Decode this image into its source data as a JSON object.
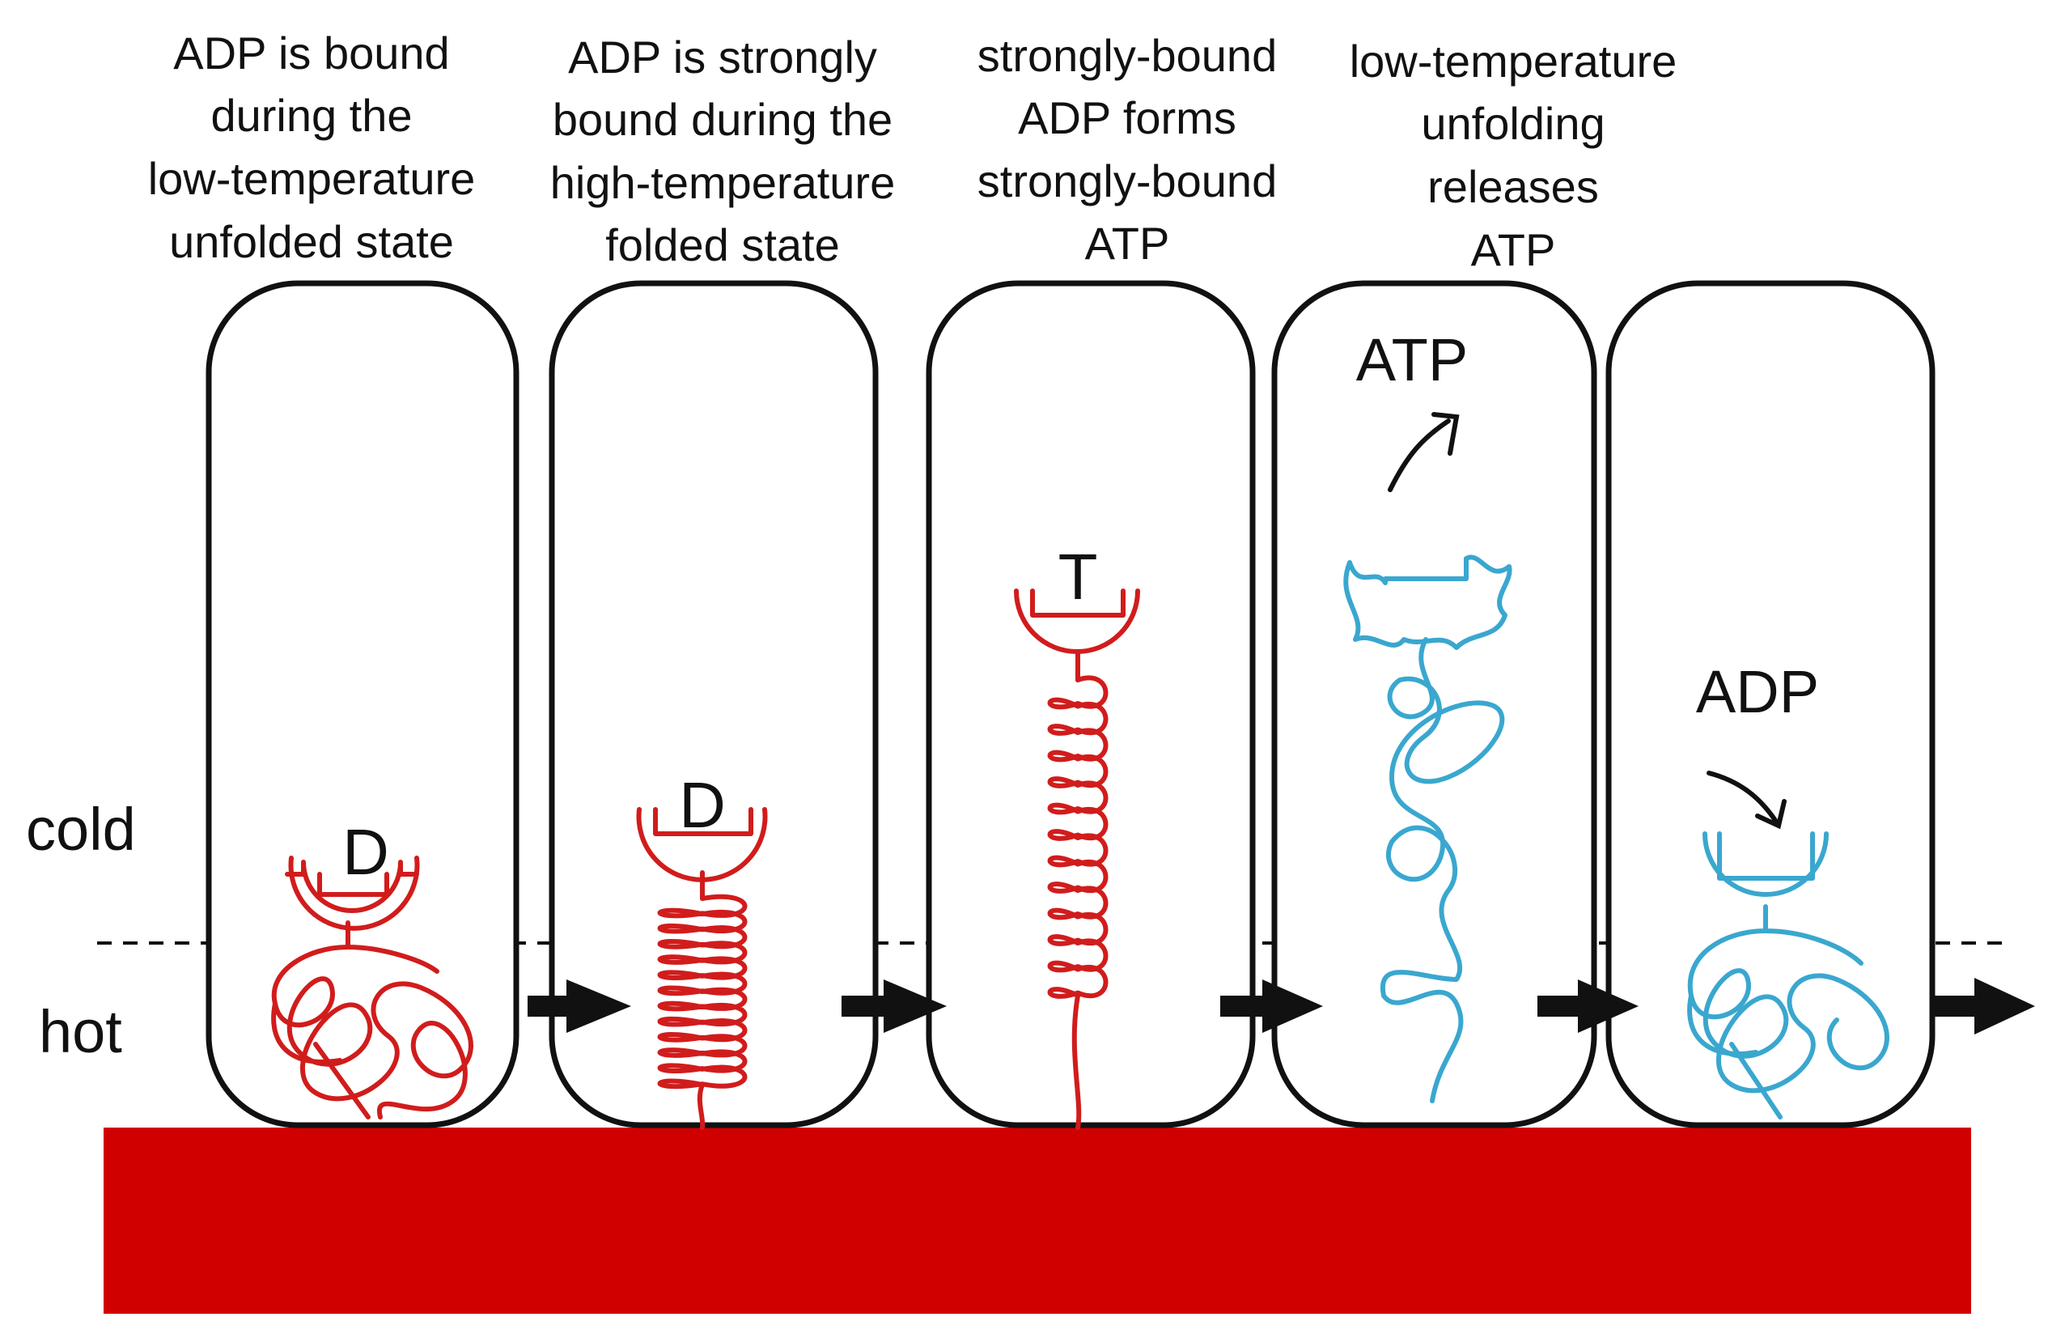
{
  "captions": [
    [
      "ADP is bound",
      "during the",
      "low-temperature",
      "unfolded state"
    ],
    [
      "ADP is strongly",
      "bound during the",
      "high-temperature",
      "folded state"
    ],
    [
      "strongly-bound",
      "ADP forms",
      "strongly-bound",
      "ATP"
    ],
    [
      "low-temperature",
      "unfolding",
      "releases",
      "ATP"
    ]
  ],
  "zones": {
    "cold": "cold",
    "hot": "hot"
  },
  "bound_labels": {
    "cell1": "D",
    "cell2": "D",
    "cell3": "T"
  },
  "molecule_labels": {
    "released": "ATP",
    "incoming": "ADP"
  },
  "colors": {
    "hot_protein": "#d11c1c",
    "cold_protein": "#3aa7cf",
    "heat_slab": "#d10000",
    "outline": "#111111"
  }
}
